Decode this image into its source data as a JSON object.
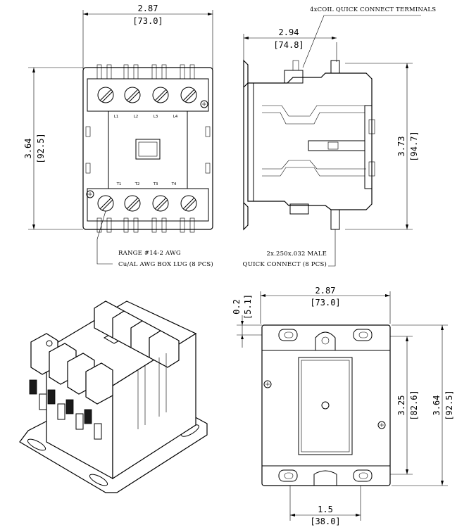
{
  "front_view": {
    "width_in": "2.87",
    "width_mm": "[73.0]",
    "height_in": "3.64",
    "height_mm": "[92.5]",
    "line_labels": [
      "L1",
      "L2",
      "L3",
      "L4"
    ],
    "load_labels": [
      "T1",
      "T2",
      "T3",
      "T4"
    ],
    "note_range": "RANGE #14-2 AWG",
    "note_lug": "Cu/AL AWG BOX LUG (8 PCS)"
  },
  "side_view": {
    "width_in": "2.94",
    "width_mm": "[74.8]",
    "height_in": "3.73",
    "height_mm": "[94.7]",
    "note_coil": "4xCOIL QUICK CONNECT TERMINALS",
    "note_male": "2x.250x.032 MALE",
    "note_qc": "QUICK CONNECT (8 PCS)"
  },
  "back_view": {
    "width_in": "2.87",
    "width_mm": "[73.0]",
    "offset_in": "0.2",
    "offset_mm": "[5.1]",
    "mount_h_in": "3.25",
    "mount_h_mm": "[82.6]",
    "height_in": "3.64",
    "height_mm": "[92.5]",
    "mount_w_in": "1.5",
    "mount_w_mm": "[38.0]"
  }
}
